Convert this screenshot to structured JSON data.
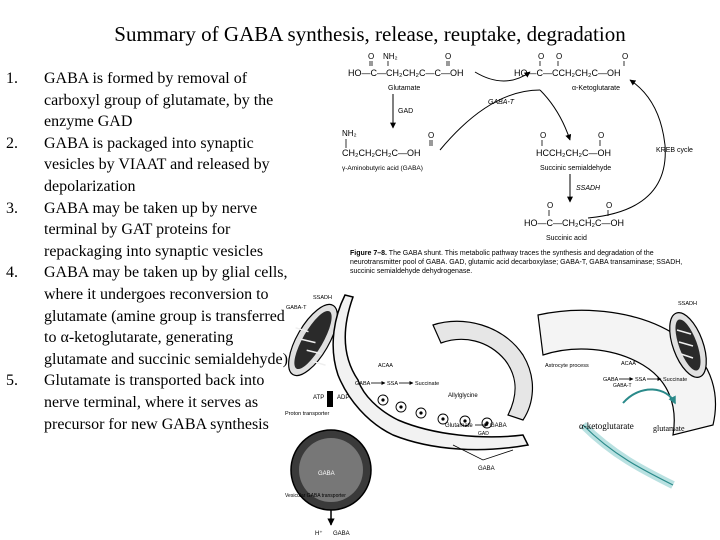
{
  "title": "Summary of GABA synthesis, release, reuptake, degradation",
  "points": [
    {
      "num": "1.",
      "text": "GABA is formed by removal of carboxyl group of glutamate, by the enzyme GAD"
    },
    {
      "num": "2.",
      "text": "GABA is packaged into synaptic vesicles by VIAAT and released by depolarization"
    },
    {
      "num": "3.",
      "text": "GABA may be taken up by nerve terminal by GAT proteins for repackaging into synaptic vesicles"
    },
    {
      "num": "4.",
      "text": "GABA may be taken up by glial cells, where it undergoes reconversion to glutamate (amine group is transferred to α-ketoglutarate, generating glutamate and succinic semialdehyde)"
    },
    {
      "num": "5.",
      "text": "Glutamate is transported back into nerve terminal, where it serves as precursor for new GABA synthesis"
    }
  ],
  "shunt": {
    "glutamate_formula": "HO—C—CH₂CH₂C—C—OH",
    "glutamate": "Glutamate",
    "gad": "GAD",
    "gaba_t": "GABA-T",
    "akg_formula": "HO—C—CCH₂CH₂C—OH",
    "akg": "α-Ketoglutarate",
    "gaba_formula": "CH₂CH₂CH₂C—OH",
    "gaba": "γ-Aminobutyric acid (GABA)",
    "nh2": "NH₂",
    "ssa_formula": "HCCH₂CH₂C—OH",
    "ssa": "Succinic semialdehyde",
    "krebs": "KREB cycle",
    "ssadh": "SSADH",
    "succinic_formula": "HO—C—CH₂CH₂C—OH",
    "succinic": "Succinic acid",
    "figure_label": "Figure 7–8.",
    "caption": "The GABA shunt. This metabolic pathway traces the synthesis and degradation of the neurotransmitter pool of GABA. GAD, glutamic acid decarboxylase; GABA-T, GABA transaminase; SSADH, succinic semialdehyde dehydrogenase."
  },
  "synapse": {
    "ssadh_left": "SSADH",
    "gaba_t_left": "GABA-T",
    "acaa_left": "ACAA",
    "gaba_left": "GABA",
    "ssa_left": "SSA",
    "succinate_left": "Succinate",
    "allylglycine": "Allylglycine",
    "glutamate": "Glutamate",
    "gaba_center": "GABA",
    "gad": "GAD",
    "atp": "ATP",
    "adp": "ADP",
    "proton_transporter": "Proton transporter",
    "vesicular_transporter": "Vesicular GABA transporter",
    "h_plus": "H⁺",
    "gaba_bottom": "GABA",
    "astrocyte_process": "Astrocyte process",
    "ssadh_right": "SSADH",
    "acaa_right": "ACAA",
    "gaba_right": "GABA",
    "ssa_right": "SSA",
    "succinate_right": "Succinate",
    "gaba_t_right": "GABA-T",
    "akg": "α-ketoglutarate",
    "glutamate_out": "glutamate"
  }
}
